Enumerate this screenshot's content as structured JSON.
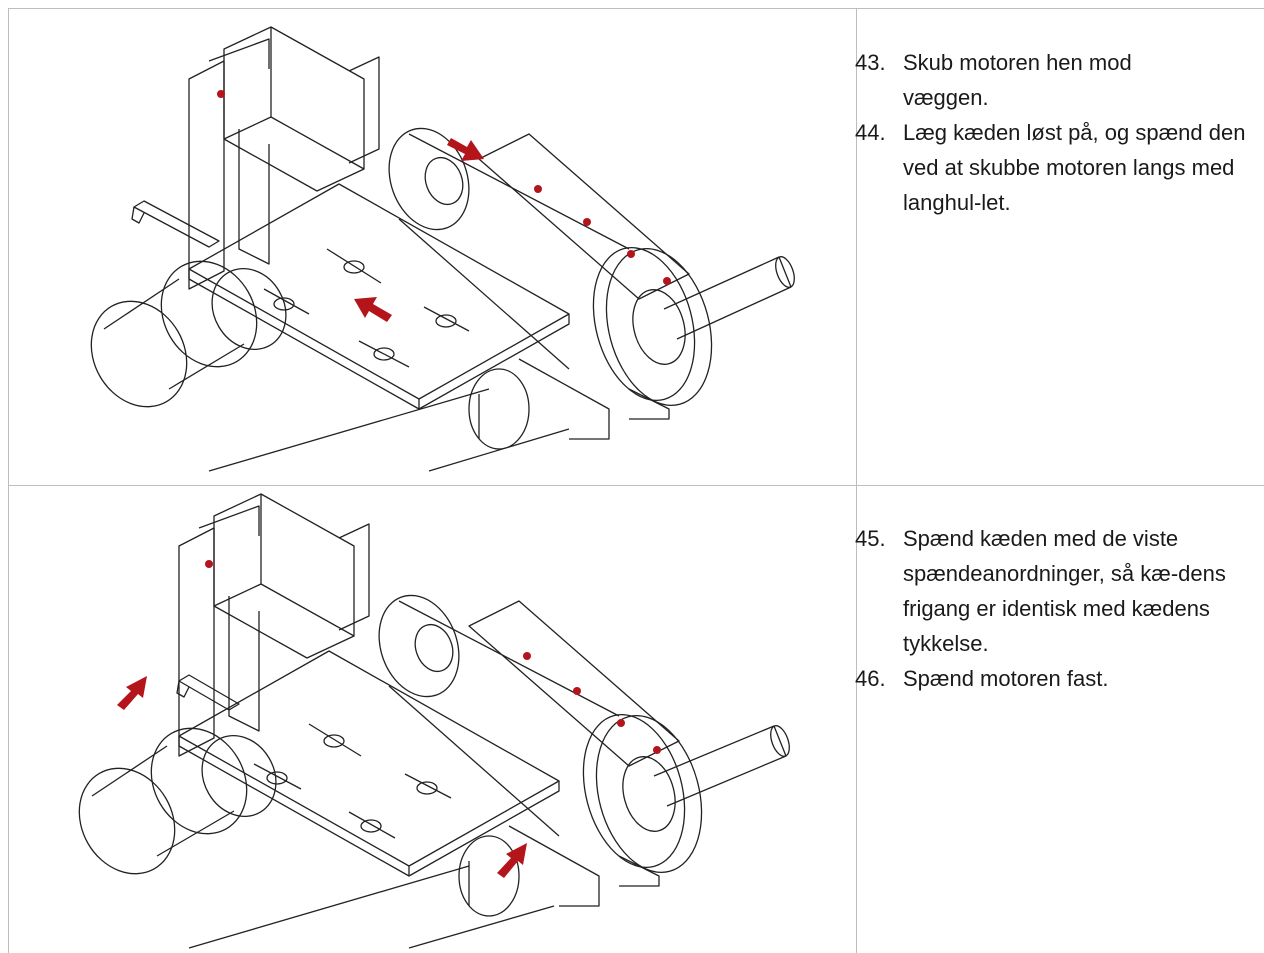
{
  "rows": [
    {
      "steps": [
        {
          "number": "43.",
          "text": "Skub motoren hen mod væggen."
        },
        {
          "number": "44.",
          "text": "Læg kæden løst på, og spænd den ved at skubbe motoren langs med langhul-let."
        }
      ]
    },
    {
      "steps": [
        {
          "number": "45.",
          "text": "Spænd kæden med de viste spændeanordninger, så kæ-dens frigang er identisk med kædens tykkelse."
        },
        {
          "number": "46.",
          "text": "Spænd motoren fast."
        }
      ]
    }
  ],
  "colors": {
    "arrow": "#b3151b",
    "line": "#222222",
    "grid": "#bdbdbd"
  }
}
